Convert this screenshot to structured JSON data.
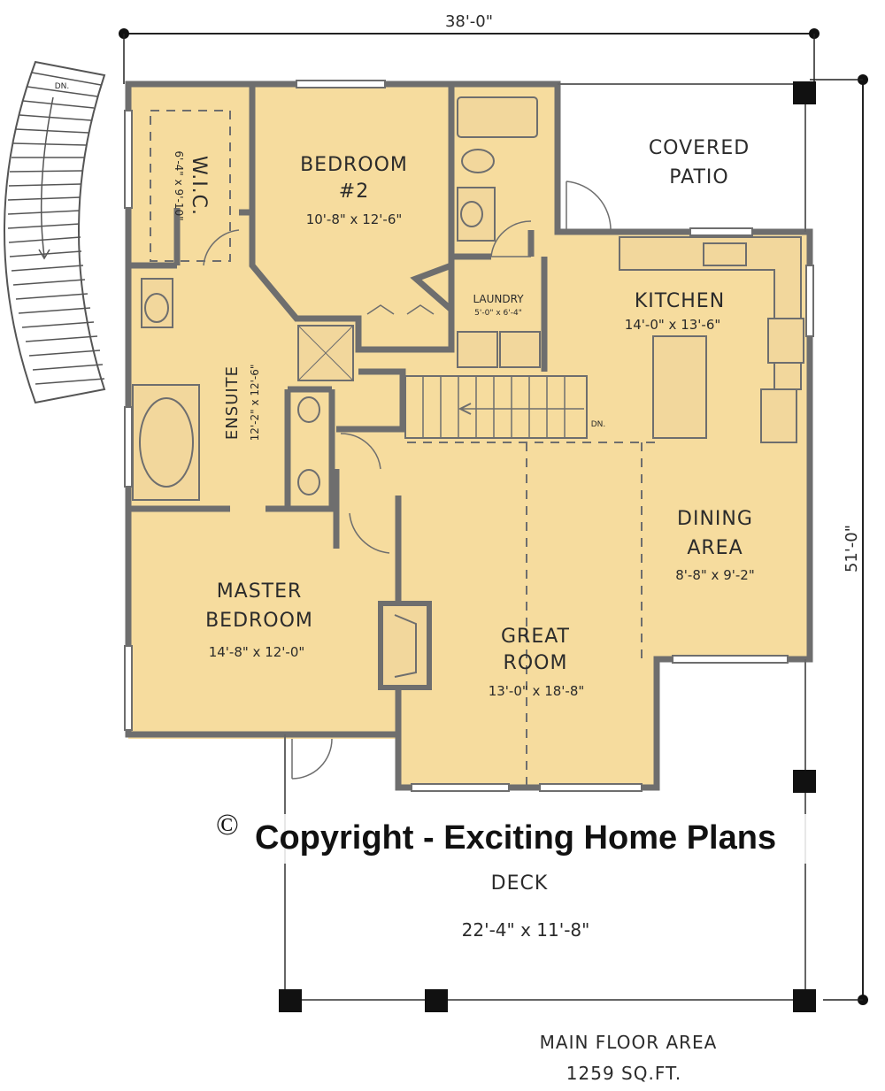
{
  "dimensions": {
    "width": "38'-0\"",
    "depth": "51'-0\""
  },
  "rooms": {
    "wic": {
      "name": "W.I.C.",
      "size": "6'-4\" x 9'-10\""
    },
    "bedroom2": {
      "name_line1": "BEDROOM",
      "name_line2": "#2",
      "size": "10'-8\" x 12'-6\""
    },
    "covered_patio": {
      "name_line1": "COVERED",
      "name_line2": "PATIO"
    },
    "laundry": {
      "name": "LAUNDRY",
      "size": "5'-0\" x 6'-4\""
    },
    "kitchen": {
      "name": "KITCHEN",
      "size": "14'-0\" x 13'-6\""
    },
    "ensuite": {
      "name": "ENSUITE",
      "size": "12'-2\" x 12'-6\""
    },
    "dining": {
      "name_line1": "DINING",
      "name_line2": "AREA",
      "size": "8'-8\" x 9'-2\""
    },
    "master": {
      "name_line1": "MASTER",
      "name_line2": "BEDROOM",
      "size": "14'-8\" x 12'-0\""
    },
    "great_room": {
      "name_line1": "GREAT",
      "name_line2": "ROOM",
      "size": "13'-0\" x 18'-8\""
    },
    "deck": {
      "name": "DECK",
      "size": "22'-4\" x 11'-8\""
    }
  },
  "stairs": {
    "interior_label": "DN.",
    "exterior_label": "DN."
  },
  "watermark": {
    "symbol": "©",
    "text": "Copyright - Exciting Home Plans"
  },
  "footer": {
    "line1": "MAIN FLOOR AREA",
    "line2": "1259 SQ.FT."
  },
  "colors": {
    "floor": "#f6dc9e",
    "wall": "#6e6e6e",
    "text": "#2b2b2b"
  }
}
